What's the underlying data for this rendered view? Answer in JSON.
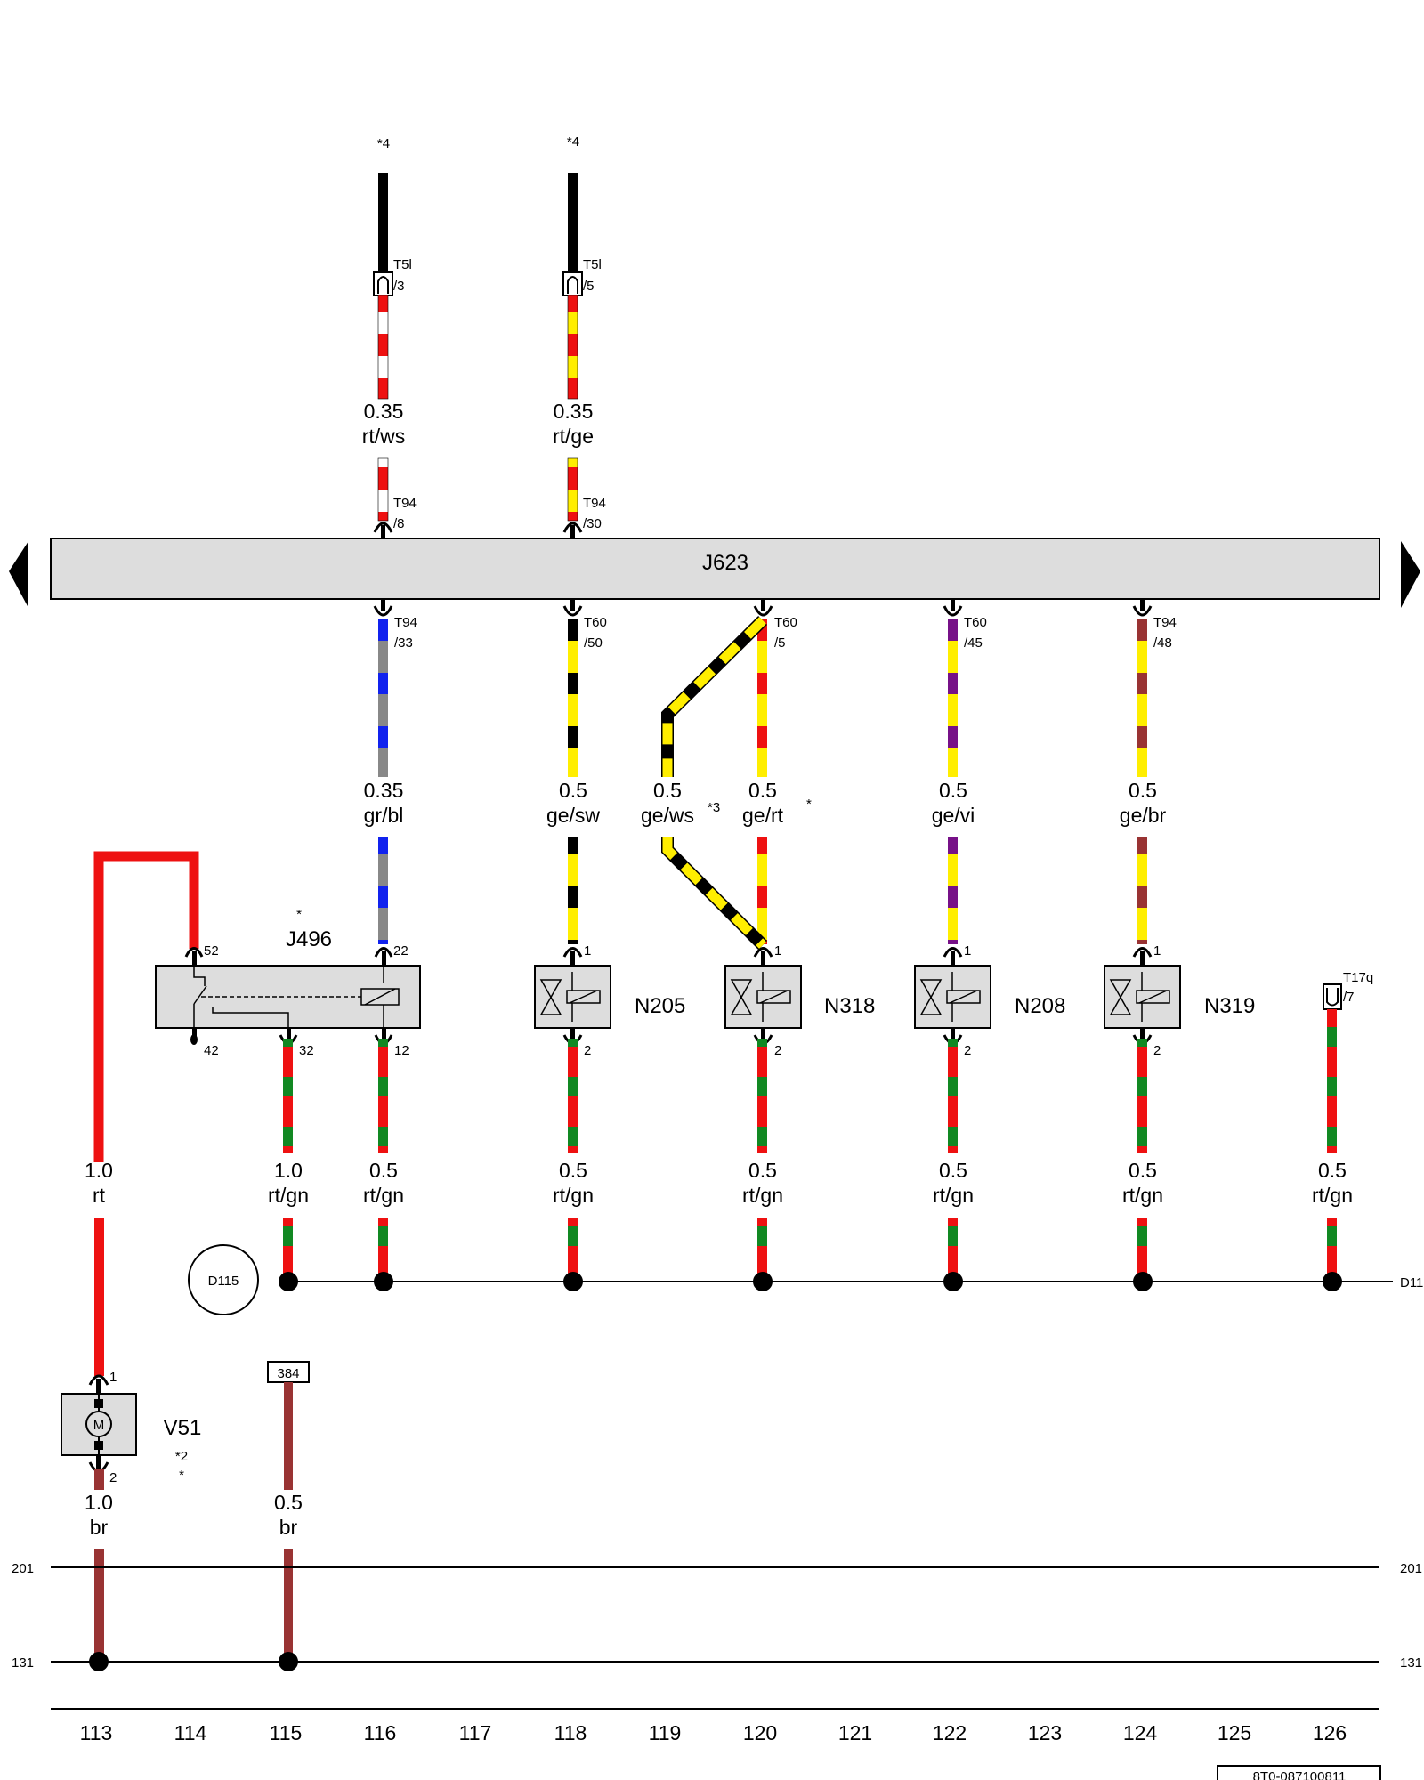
{
  "diagram": {
    "ecu_label": "J623",
    "relay_label": "J496",
    "relay_star": "*",
    "relay_pins": {
      "p52": "52",
      "p22": "22",
      "p42": "42",
      "p32": "32",
      "p12": "12"
    },
    "top_refs": [
      "*4",
      "*4"
    ],
    "connectors_top": [
      {
        "name": "T5l",
        "pin": "/3"
      },
      {
        "name": "T5l",
        "pin": "/5"
      }
    ],
    "ecu_top_pins": [
      {
        "name": "T94",
        "pin": "/8"
      },
      {
        "name": "T94",
        "pin": "/30"
      }
    ],
    "ecu_bottom_pins": [
      {
        "name": "T94",
        "pin": "/33"
      },
      {
        "name": "T60",
        "pin": "/50"
      },
      {
        "name": "T60",
        "pin": "/5"
      },
      {
        "name": "T60",
        "pin": "/45"
      },
      {
        "name": "T94",
        "pin": "/48"
      }
    ],
    "top_wires": [
      {
        "size": "0.35",
        "color": "rt/ws"
      },
      {
        "size": "0.35",
        "color": "rt/ge"
      }
    ],
    "mid_wires": [
      {
        "size": "0.35",
        "color": "gr/bl"
      },
      {
        "size": "0.5",
        "color": "ge/sw"
      },
      {
        "size": "0.5",
        "color": "ge/ws"
      },
      {
        "size": "0.5",
        "color": "ge/rt"
      },
      {
        "size": "0.5",
        "color": "ge/vi"
      },
      {
        "size": "0.5",
        "color": "ge/br"
      }
    ],
    "mid_notes": {
      "star3": "*3",
      "star": "*"
    },
    "valves": [
      {
        "label": "N205",
        "pin_top": "1",
        "pin_bottom": "2"
      },
      {
        "label": "N318",
        "pin_top": "1",
        "pin_bottom": "2"
      },
      {
        "label": "N208",
        "pin_top": "1",
        "pin_bottom": "2"
      },
      {
        "label": "N319",
        "pin_top": "1",
        "pin_bottom": "2"
      }
    ],
    "t17q": {
      "name": "T17q",
      "pin": "/7"
    },
    "low_wires": [
      {
        "size": "1.0",
        "color": "rt"
      },
      {
        "size": "1.0",
        "color": "rt/gn"
      },
      {
        "size": "0.5",
        "color": "rt/gn"
      },
      {
        "size": "0.5",
        "color": "rt/gn"
      },
      {
        "size": "0.5",
        "color": "rt/gn"
      },
      {
        "size": "0.5",
        "color": "rt/gn"
      },
      {
        "size": "0.5",
        "color": "rt/gn"
      },
      {
        "size": "0.5",
        "color": "rt/gn"
      }
    ],
    "splice": {
      "label": "D115",
      "right_label": "D11"
    },
    "motor": {
      "label": "V51",
      "symbol": "M",
      "note1": "*2",
      "note2": "*",
      "pin_top": "1",
      "pin_bottom": "2"
    },
    "ref_box": "384",
    "bottom_wires": [
      {
        "size": "1.0",
        "color": "br"
      },
      {
        "size": "0.5",
        "color": "br"
      }
    ],
    "ground_lines": {
      "upper": "201",
      "lower": "131"
    },
    "columns": [
      "113",
      "114",
      "115",
      "116",
      "117",
      "118",
      "119",
      "120",
      "121",
      "122",
      "123",
      "124",
      "125",
      "126"
    ],
    "drawing_id": "8T0-087100811",
    "colors": {
      "red": "#ee1111",
      "white": "#ffffff",
      "yellow": "#ffee00",
      "black": "#000000",
      "grey": "#888888",
      "blue": "#1122ee",
      "purple": "#771188",
      "brown": "#993333",
      "green": "#118822",
      "ecu_fill": "#dddddd"
    }
  }
}
